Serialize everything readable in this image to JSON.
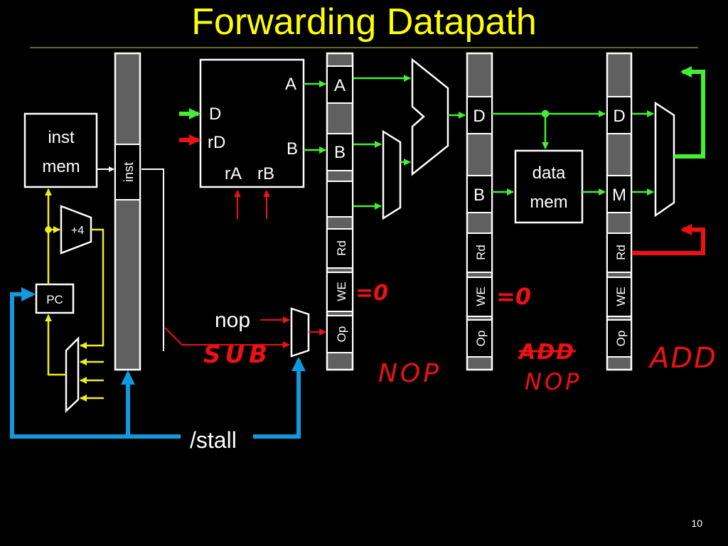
{
  "slide": {
    "title": "Forwarding Datapath",
    "page_number": "10"
  },
  "colors": {
    "title": "#ffff00",
    "reg_bar": "#606060",
    "data_wire": "#44ee33",
    "control_wire": "#ee1111",
    "pc_wire": "#eeee22",
    "stall_wire": "#1199dd",
    "annotation": "#ee1111"
  },
  "diagram": {
    "inst_mem": [
      "inst",
      "mem"
    ],
    "pc": "PC",
    "adder": "+4",
    "regfile": {
      "D": "D",
      "rD": "rD",
      "A": "A",
      "B": "B",
      "rA": "rA",
      "rB": "rB"
    },
    "if_id_reg": {
      "inst": "inst"
    },
    "id_ex_reg": {
      "A": "A",
      "B": "B",
      "Rd": "Rd",
      "WE": "WE",
      "Op": "Op"
    },
    "ex_mem_reg": {
      "D": "D",
      "B": "B",
      "Rd": "Rd",
      "WE": "WE",
      "Op": "Op"
    },
    "data_mem": [
      "data",
      "mem"
    ],
    "mem_wb_reg": {
      "D": "D",
      "M": "M",
      "Rd": "Rd",
      "WE": "WE",
      "Op": "Op"
    },
    "nop": "nop",
    "stall": "/stall"
  },
  "annotations": {
    "sub": "SUB",
    "we_zero_1": "=0",
    "we_zero_2": "=0",
    "nop_ex": "NOP",
    "add_crossed": "ADD",
    "nop_mem": "NOP",
    "add_wb": "ADD"
  }
}
